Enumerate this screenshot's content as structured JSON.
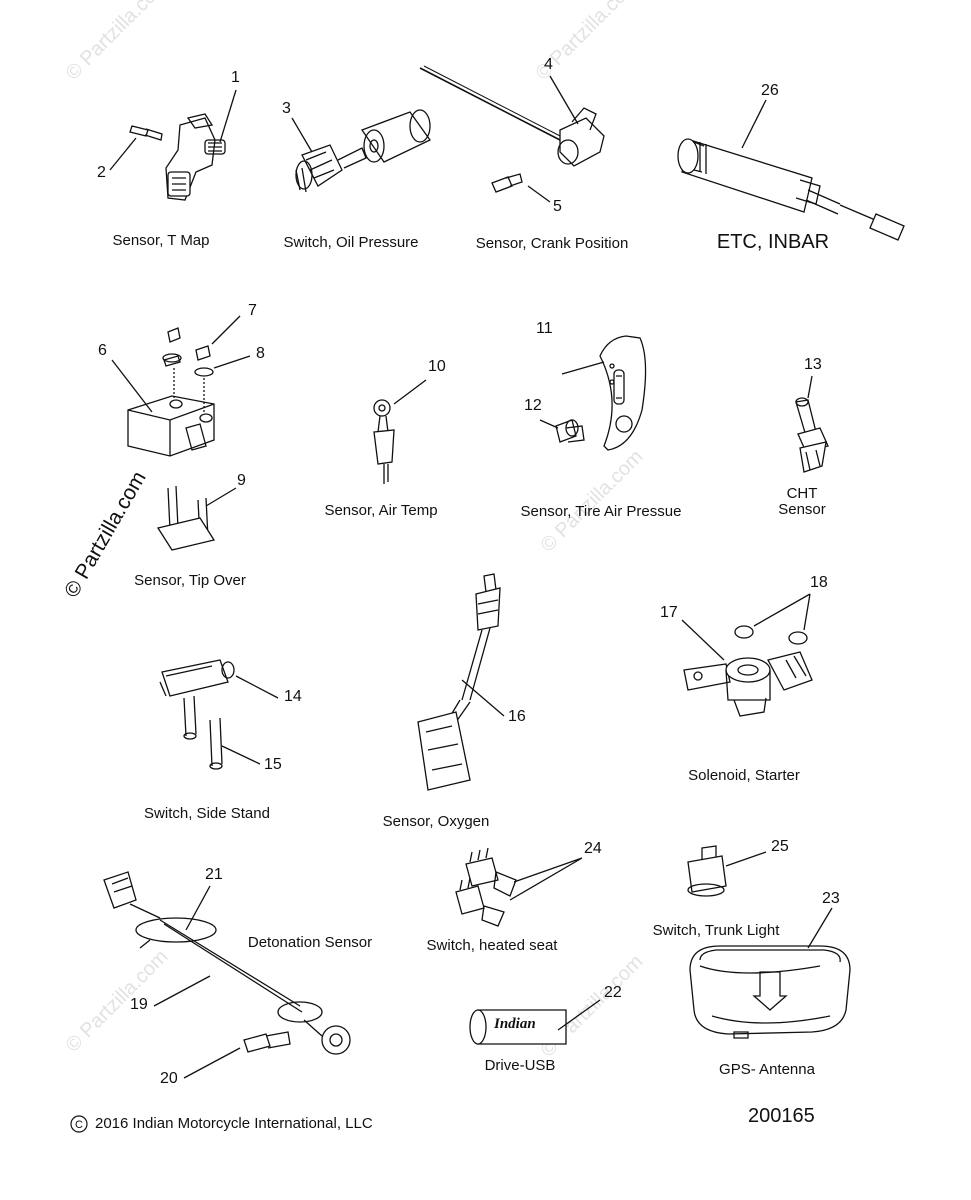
{
  "watermark": "© Partzilla.com",
  "parts": [
    {
      "id": "sensor-t-map",
      "caption": "Sensor, T Map",
      "callouts": [
        "1",
        "2"
      ]
    },
    {
      "id": "switch-oil-pressure",
      "caption": "Switch, Oil Pressure",
      "callouts": [
        "3"
      ]
    },
    {
      "id": "sensor-crank-position",
      "caption": "Sensor, Crank Position",
      "callouts": [
        "4",
        "5"
      ]
    },
    {
      "id": "etc-inbar",
      "caption": "ETC, INBAR",
      "callouts": [
        "26"
      ]
    },
    {
      "id": "sensor-tip-over",
      "caption": "Sensor, Tip Over",
      "callouts": [
        "6",
        "7",
        "8",
        "9"
      ]
    },
    {
      "id": "sensor-air-temp",
      "caption": "Sensor, Air Temp",
      "callouts": [
        "10"
      ]
    },
    {
      "id": "sensor-tire-air-pressure",
      "caption": "Sensor, Tire Air Pressue",
      "callouts": [
        "11",
        "12"
      ]
    },
    {
      "id": "cht-sensor",
      "caption": "CHT Sensor",
      "caption_lines": [
        "CHT",
        "Sensor"
      ],
      "callouts": [
        "13"
      ]
    },
    {
      "id": "switch-side-stand",
      "caption": "Switch, Side Stand",
      "callouts": [
        "14",
        "15"
      ]
    },
    {
      "id": "sensor-oxygen",
      "caption": "Sensor, Oxygen",
      "callouts": [
        "16"
      ]
    },
    {
      "id": "solenoid-starter",
      "caption": "Solenoid, Starter",
      "callouts": [
        "17",
        "18"
      ]
    },
    {
      "id": "detonation-sensor",
      "caption": "Detonation Sensor",
      "callouts": [
        "19",
        "20",
        "21"
      ]
    },
    {
      "id": "switch-heated-seat",
      "caption": "Switch, heated seat",
      "callouts": [
        "24"
      ]
    },
    {
      "id": "switch-trunk-light",
      "caption": "Switch, Trunk Light",
      "callouts": [
        "25"
      ]
    },
    {
      "id": "drive-usb",
      "caption": "Drive-USB",
      "callouts": [
        "22"
      ],
      "logo_text": "Indian"
    },
    {
      "id": "gps-antenna",
      "caption": "GPS- Antenna",
      "callouts": [
        "23"
      ]
    }
  ],
  "copyright": "2016 Indian Motorcycle International, LLC",
  "diagram_number": "200165"
}
